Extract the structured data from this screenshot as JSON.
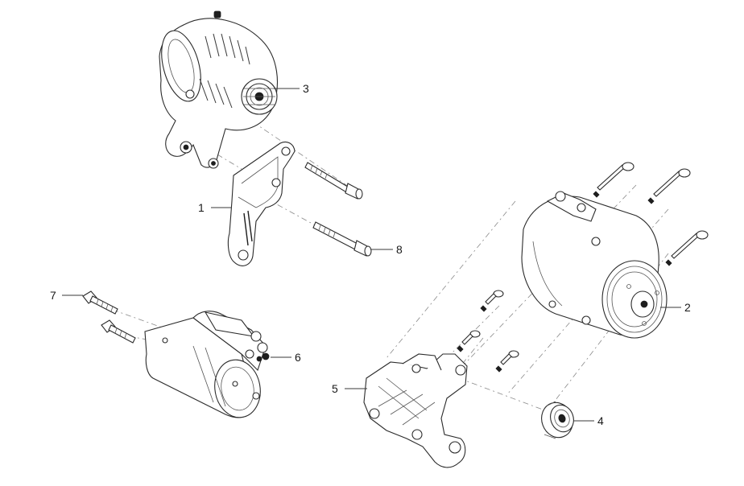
{
  "callouts": {
    "c1": "1",
    "c2": "2",
    "c3": "3",
    "c4": "4",
    "c5": "5",
    "c6": "6",
    "c7": "7",
    "c8": "8"
  },
  "parts": {
    "p1": "bracket-icon",
    "p2": "ac-compressor-icon",
    "p3": "alternator-icon",
    "p4": "idler-pulley-icon",
    "p5": "compressor-bracket-icon",
    "p6": "starter-motor-icon",
    "p7": "bolt-icon",
    "p8": "bolt-icon"
  },
  "colors": {
    "line": "#2b2b2b",
    "centerline": "#8a8a8a",
    "background": "#ffffff"
  }
}
